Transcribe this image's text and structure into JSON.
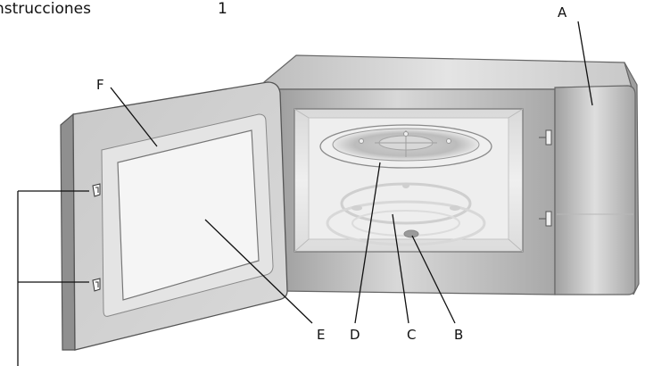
{
  "header": {
    "title": "nstrucciones",
    "page_number": "1"
  },
  "labels": {
    "A": "A",
    "B": "B",
    "C": "C",
    "D": "D",
    "E": "E",
    "F": "F"
  },
  "colors": {
    "body_light": "#d6d6d6",
    "body_mid": "#bdbdbd",
    "body_dark": "#8c8c8c",
    "cavity": "#e9e9e9",
    "window": "#f3f3f3",
    "outline": "#555555"
  }
}
